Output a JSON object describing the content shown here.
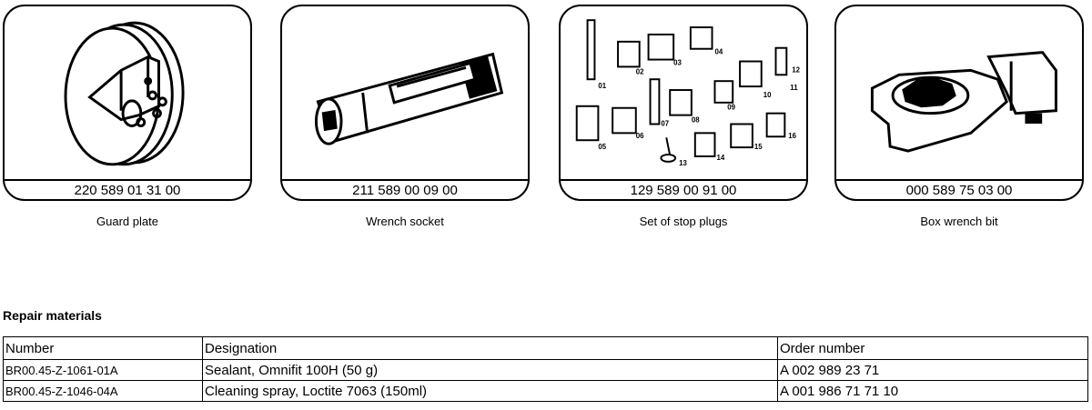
{
  "tools": [
    {
      "part_number": "220 589 01 31 00",
      "caption": "Guard plate",
      "icon": "guard-plate-icon"
    },
    {
      "part_number": "211 589 00 09 00",
      "caption": "Wrench socket",
      "icon": "wrench-socket-icon"
    },
    {
      "part_number": "129 589 00 91 00",
      "caption": "Set of stop plugs",
      "icon": "stop-plugs-icon",
      "plug_labels": [
        "01",
        "02",
        "03",
        "04",
        "05",
        "06",
        "07",
        "08",
        "09",
        "10",
        "11",
        "12",
        "13",
        "14",
        "15",
        "16"
      ]
    },
    {
      "part_number": "000 589 75 03 00",
      "caption": "Box wrench bit",
      "icon": "box-wrench-bit-icon"
    }
  ],
  "repair_materials": {
    "title": "Repair materials",
    "headers": [
      "Number",
      "Designation",
      "Order number"
    ],
    "rows": [
      [
        "BR00.45-Z-1061-01A",
        "Sealant, Omnifit 100H (50 g)",
        "A 002 989 23 71"
      ],
      [
        "BR00.45-Z-1046-04A",
        "Cleaning spray, Loctite 7063 (150ml)",
        "A 001 986 71 71 10"
      ]
    ]
  }
}
